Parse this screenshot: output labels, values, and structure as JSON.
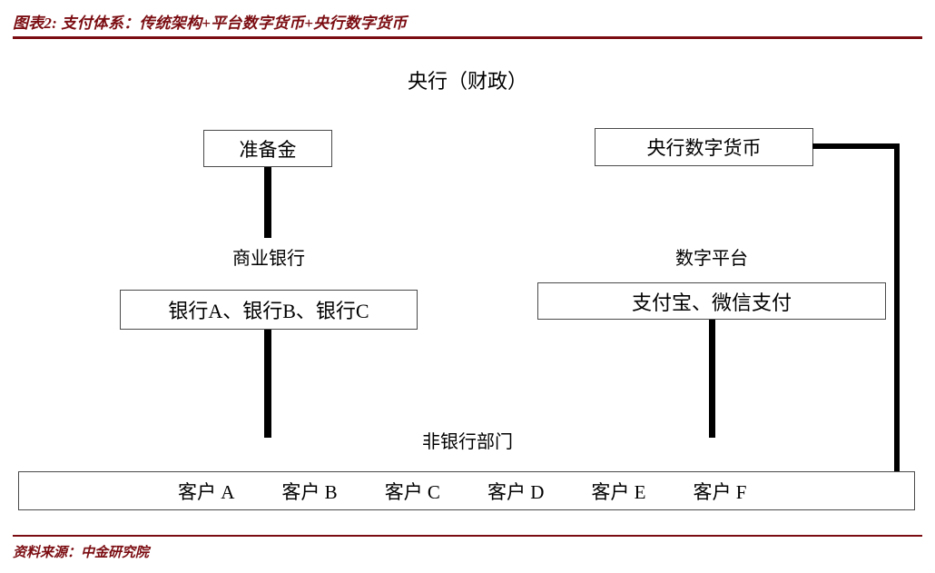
{
  "header": {
    "title": "图表2: 支付体系：传统架构+平台数字货币+央行数字货币",
    "accent_color": "#7b0d12"
  },
  "footer": {
    "source": "资料来源：中金研究院"
  },
  "diagram": {
    "top_label": "央行（财政）",
    "nodes": {
      "reserves": "准备金",
      "cbdc": "央行数字货币",
      "banks": "银行A、银行B、银行C",
      "platforms": "支付宝、微信支付"
    },
    "labels": {
      "commercial_banks": "商业银行",
      "digital_platform": "数字平台",
      "nonbank_sector": "非银行部门"
    },
    "customers": [
      "客户 A",
      "客户 B",
      "客户 C",
      "客户 D",
      "客户 E",
      "客户 F"
    ]
  }
}
